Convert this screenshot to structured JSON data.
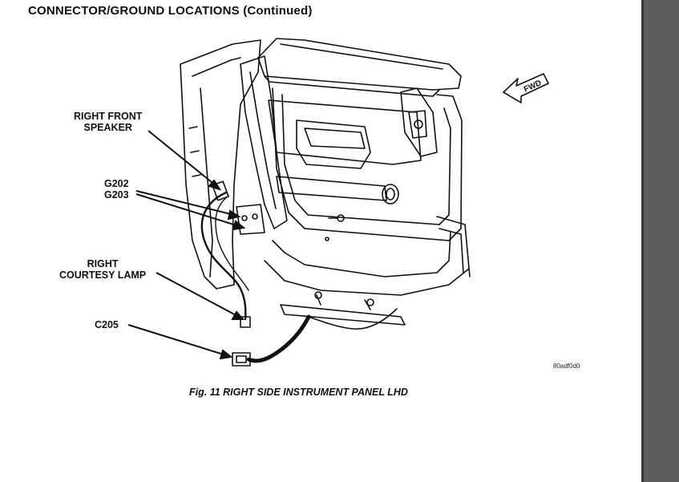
{
  "header": {
    "title": "CONNECTOR/GROUND LOCATIONS",
    "suffix": "(Continued)"
  },
  "callouts": {
    "right_front_speaker": [
      "RIGHT FRONT",
      "SPEAKER"
    ],
    "g202_g203": [
      "G202",
      "G203"
    ],
    "right_courtesy_lamp": [
      "RIGHT",
      "COURTESY LAMP"
    ],
    "c205": "C205"
  },
  "compass": {
    "label": "FWD",
    "icon": "fwd-arrow-icon"
  },
  "figure": {
    "id": "80adf0d0",
    "caption": "Fig. 11 RIGHT SIDE INSTRUMENT PANEL LHD"
  },
  "colors": {
    "ink": "#111111",
    "sidebar": "#5e5e5e"
  }
}
